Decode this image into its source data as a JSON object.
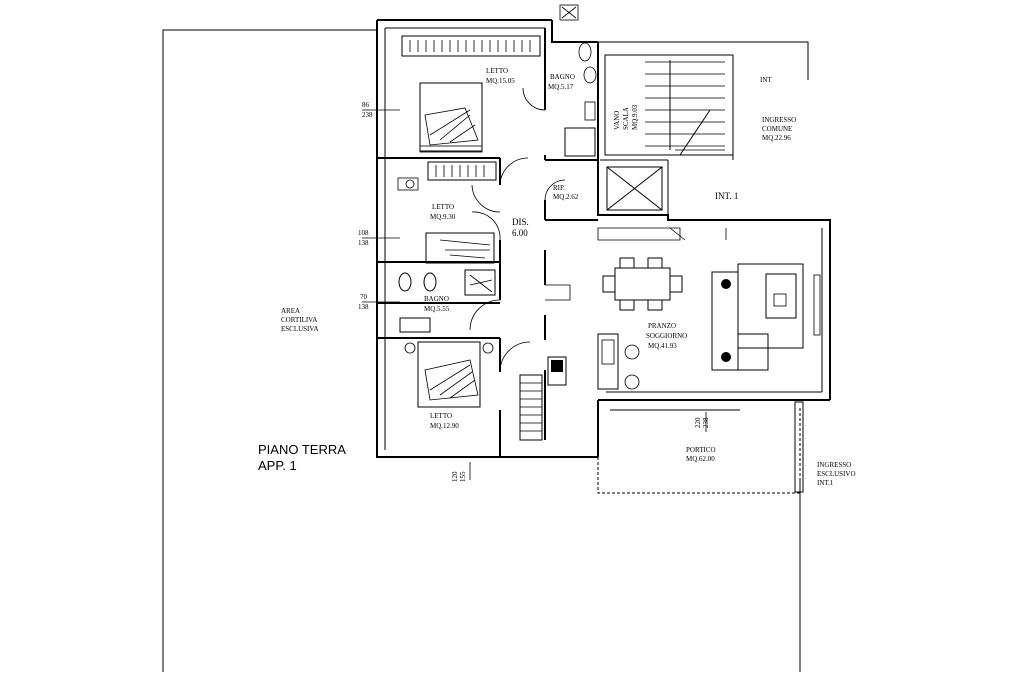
{
  "title": {
    "line1": "PIANO TERRA",
    "line2": "APP. 1"
  },
  "garden": {
    "line1": "AREA",
    "line2": "CORTILIVA",
    "line3": "ESCLUSIVA"
  },
  "rooms": {
    "letto1": {
      "name": "LETTO",
      "area": "MQ.15.05"
    },
    "letto2": {
      "name": "LETTO",
      "area": "MQ.9.30"
    },
    "letto3": {
      "name": "LETTO",
      "area": "MQ.12.90"
    },
    "bagno1": {
      "name": "BAGNO",
      "area": "MQ.5.17"
    },
    "bagno2": {
      "name": "BAGNO",
      "area": "MQ.5.55"
    },
    "rip": {
      "name": "RIP.",
      "area": "MQ.2.62"
    },
    "dis": {
      "name": "DIS.",
      "area": "6.00"
    },
    "soggiorno": {
      "name1": "PRANZO",
      "name2": "SOGGIORNO",
      "area": "MQ.41.93"
    },
    "vano_scala": {
      "name1": "VANO",
      "name2": "SCALA",
      "area": "MQ.9.03"
    },
    "ingresso_comune": {
      "name1": "INGRESSO",
      "name2": "COMUNE",
      "area": "MQ.22.96"
    },
    "portico": {
      "name": "PORTICO",
      "area": "MQ.62.00"
    },
    "ingresso_esclusivo": {
      "name1": "INGRESSO",
      "name2": "ESCLUSIVO",
      "name3": "INT.1"
    }
  },
  "markers": {
    "int1": "INT. 1",
    "int_top": "INT"
  },
  "dims": {
    "d1a": "86",
    "d1b": "238",
    "d2a": "108",
    "d2b": "138",
    "d3a": "70",
    "d3b": "138",
    "d4a": "120",
    "d4b": "155",
    "d5a": "220",
    "d5b": "238"
  }
}
